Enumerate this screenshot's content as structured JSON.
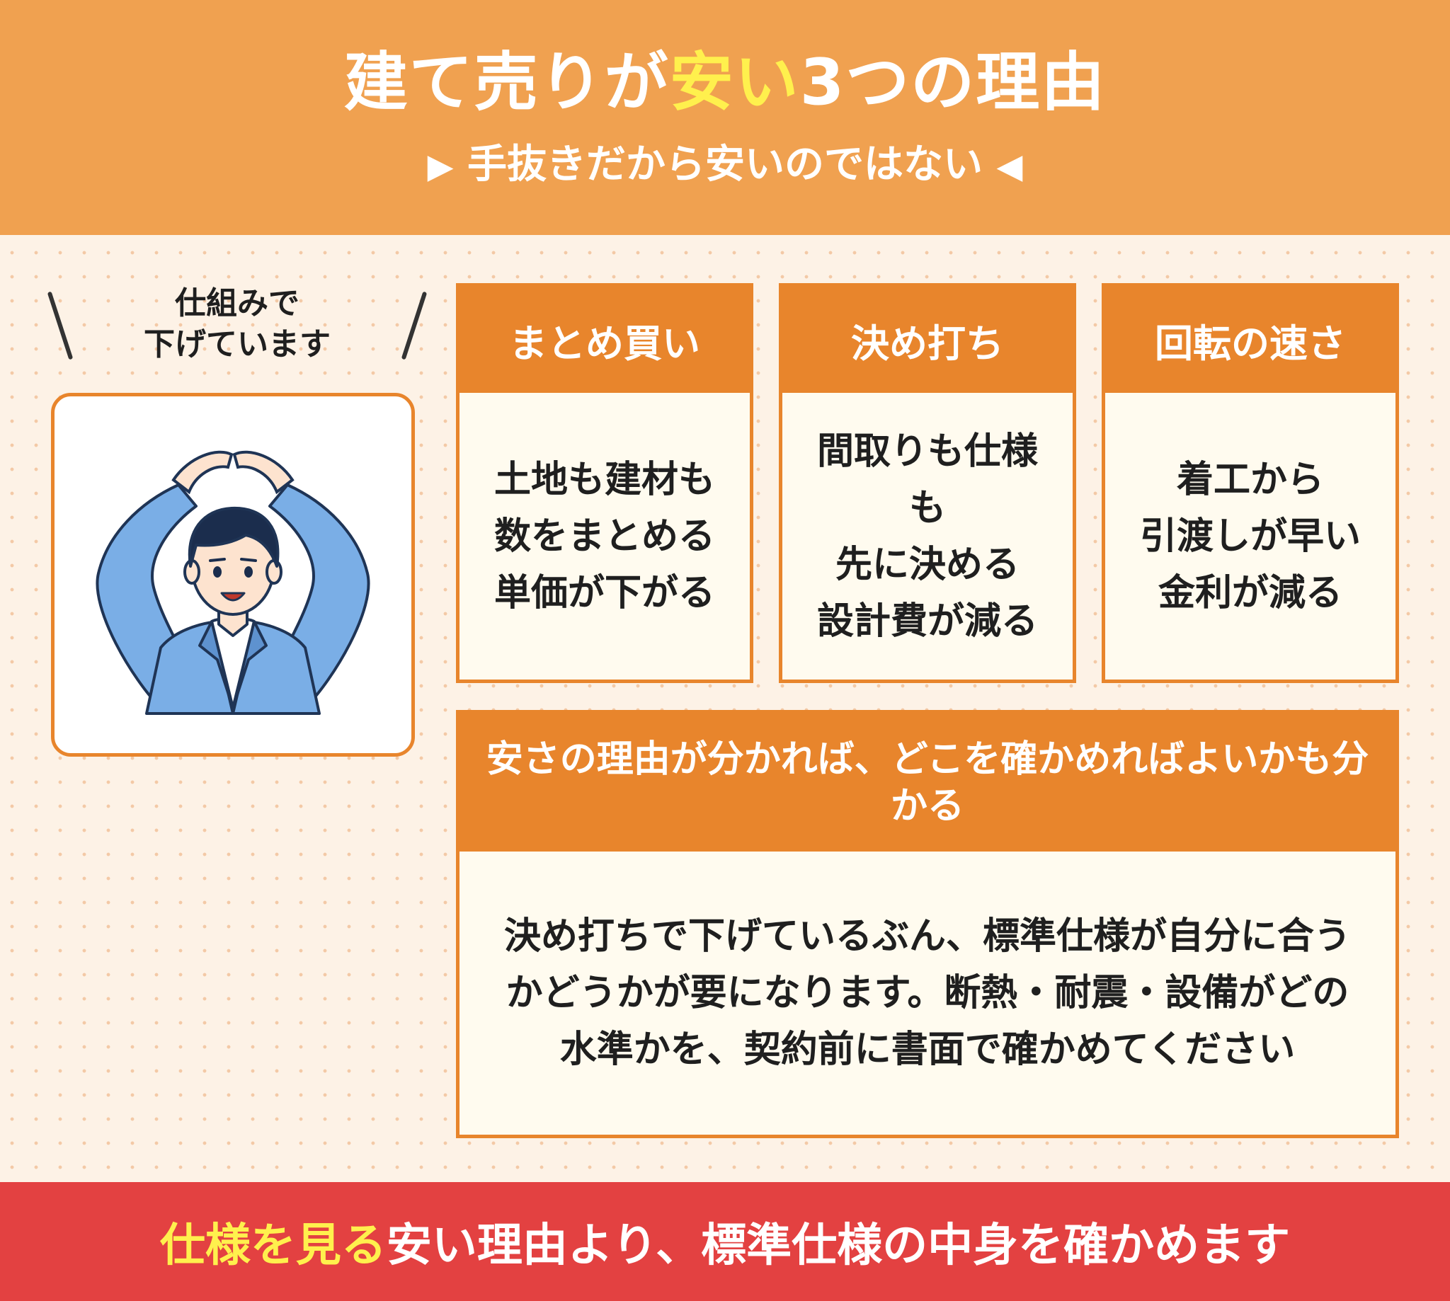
{
  "header": {
    "title_before": "建て売りが",
    "title_highlight": "安い",
    "title_after": "3つの理由",
    "subtitle_left_marker": "▶",
    "subtitle": "手抜きだから安いのではない",
    "subtitle_right_marker": "◀"
  },
  "quote": {
    "line1": "仕組みで",
    "line2": "下げています"
  },
  "illustration": {
    "icon": "businessman-arms-circle-icon"
  },
  "reasons": [
    {
      "title": "まとめ買い",
      "body": "土地も建材も\n数をまとめる\n単価が下がる"
    },
    {
      "title": "決め打ち",
      "body": "間取りも仕様\nも\n先に決める\n設計費が減る"
    },
    {
      "title": "回転の速さ",
      "body": "着工から\n引渡しが早い\n金利が減る"
    }
  ],
  "summary": {
    "title": "安さの理由が分かれば、どこを確かめればよいかも分かる",
    "body": "決め打ちで下げているぶん、標準仕様が自分に合うかどうかが要になります。断熱・耐震・設備がどの水準かを、契約前に書面で確かめてください"
  },
  "footer": {
    "highlight": "仕様を見る",
    "text": "安い理由より、標準仕様の中身を確かめます"
  },
  "colors": {
    "header_bg": "#f0a150",
    "accent_orange": "#e8852c",
    "highlight_yellow": "#fff04d",
    "footer_red": "#e34141",
    "card_bg": "#fffbef",
    "page_bg": "#fdf2e6"
  }
}
